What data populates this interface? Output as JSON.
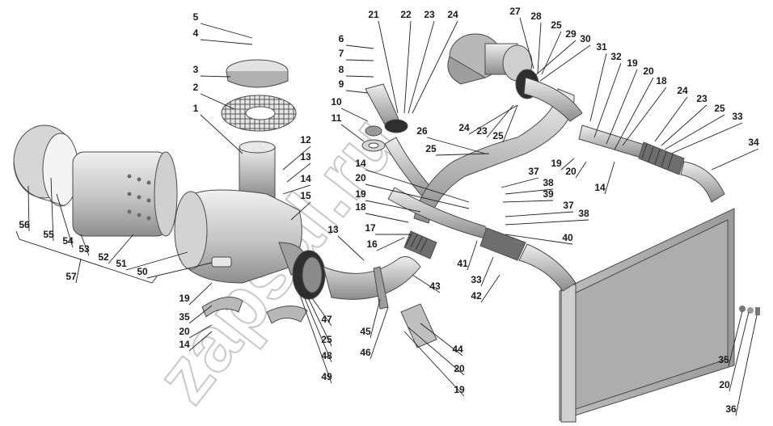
{
  "watermark": "zapsal.ru",
  "corner_mark": "",
  "labels": [
    "1",
    "2",
    "3",
    "4",
    "5",
    "6",
    "7",
    "8",
    "9",
    "10",
    "11",
    "12",
    "13",
    "14",
    "15",
    "16",
    "17",
    "18",
    "19",
    "20",
    "21",
    "22",
    "23",
    "24",
    "25",
    "26",
    "27",
    "28",
    "29",
    "30",
    "31",
    "32",
    "33",
    "34",
    "35",
    "36",
    "37",
    "38",
    "39",
    "40",
    "41",
    "42",
    "43",
    "44",
    "45",
    "46",
    "47",
    "48",
    "49",
    "50",
    "51",
    "52",
    "53",
    "54",
    "55",
    "56",
    "57"
  ],
  "colors": {
    "part_light": "#d9d9d9",
    "part_mid": "#b4b4b4",
    "part_dark": "#8a8a8a",
    "rubber": "#2e2e2e",
    "label": "#1a1a1a",
    "watermark": "#c8c8c8"
  }
}
